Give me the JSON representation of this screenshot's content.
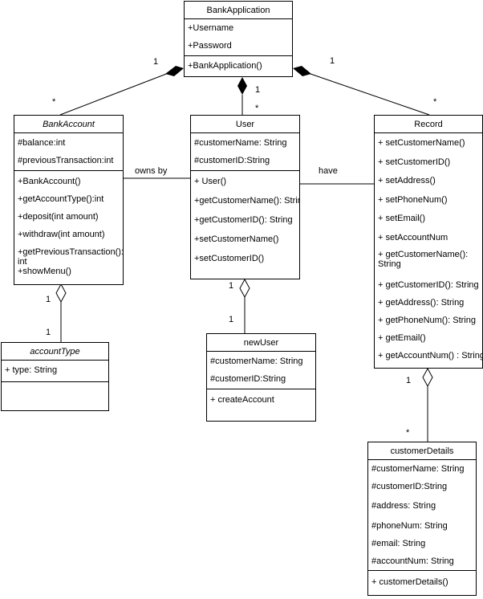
{
  "classes": {
    "bankApplication": {
      "name": "BankApplication",
      "attributes": [
        "+Username",
        "+Password"
      ],
      "methods": [
        "+BankApplication()"
      ]
    },
    "bankAccount": {
      "name": "BankAccount",
      "attributes": [
        "#balance:int",
        "#previousTransaction:int"
      ],
      "methods": [
        "+BankAccount()",
        "+getAccountType():int",
        "+deposit(int amount)",
        "+withdraw(int amount)",
        "+getPreviousTransaction(): int",
        "+showMenu()"
      ]
    },
    "user": {
      "name": "User",
      "attributes": [
        "#customerName: String",
        "#customerID:String"
      ],
      "methods": [
        "+ User()",
        "+getCustomerName(): String",
        "+getCustomerID(): String",
        "+setCustomerName()",
        "+setCustomerID()"
      ]
    },
    "record": {
      "name": "Record",
      "methods": [
        "+ setCustomerName()",
        "+ setCustomerID()",
        "+ setAddress()",
        "+ setPhoneNum()",
        "+ setEmail()",
        "+ setAccountNum",
        "+ getCustomerName(): String",
        "+  getCustomerID(): String",
        "+ getAddress(): String",
        "+ getPhoneNum(): String",
        "+  getEmail()",
        "+  getAccountNum() : String"
      ]
    },
    "accountType": {
      "name": "accountType",
      "attributes": [
        "+ type: String"
      ]
    },
    "newUser": {
      "name": "newUser",
      "attributes": [
        "#customerName: String",
        "#customerID:String"
      ],
      "methods": [
        "+ createAccount"
      ]
    },
    "customerDetails": {
      "name": "customerDetails",
      "attributes": [
        "#customerName: String",
        "#customerID:String",
        "#address: String",
        "#phoneNum: String",
        "#email: String",
        "#accountNum: String"
      ],
      "methods": [
        "+ customerDetails()"
      ]
    }
  },
  "multiplicities": {
    "app_bankAccount_app": "1",
    "app_bankAccount_acc": "*",
    "app_user_app": "1",
    "app_user_user": "*",
    "app_record_app": "1",
    "app_record_rec": "*",
    "acc_type_acc": "1",
    "acc_type_type": "1",
    "user_new_user": "1",
    "user_new_new": "1",
    "rec_details_rec": "1",
    "rec_details_det": "*"
  },
  "associations": {
    "owns_by": "owns by",
    "have": "have"
  }
}
